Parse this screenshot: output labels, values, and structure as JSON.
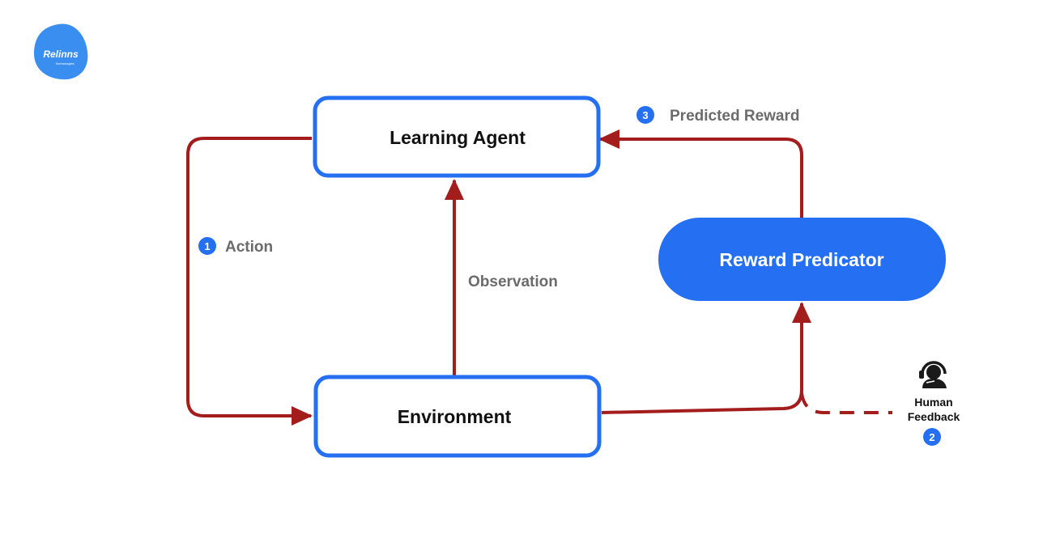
{
  "logo": {
    "text": "Relinns",
    "subtext": "Technologies"
  },
  "nodes": {
    "learning_agent": "Learning Agent",
    "environment": "Environment",
    "reward_predicator": "Reward Predicator"
  },
  "edges": {
    "action": {
      "step": "1",
      "label": "Action"
    },
    "observation": {
      "label": "Observation"
    },
    "human_feedback": {
      "step": "2",
      "label_line1": "Human",
      "label_line2": "Feedback"
    },
    "predicted_reward": {
      "step": "3",
      "label": "Predicted Reward"
    }
  },
  "colors": {
    "accent_blue": "#2570f2",
    "arrow_red": "#a31d1d",
    "label_gray": "#6b6b6b",
    "text_dark": "#111111",
    "icon_dark": "#1a1a1a",
    "logo_blue": "#3a8ef0"
  },
  "icons": {
    "human_feedback": "person-headset-icon"
  }
}
